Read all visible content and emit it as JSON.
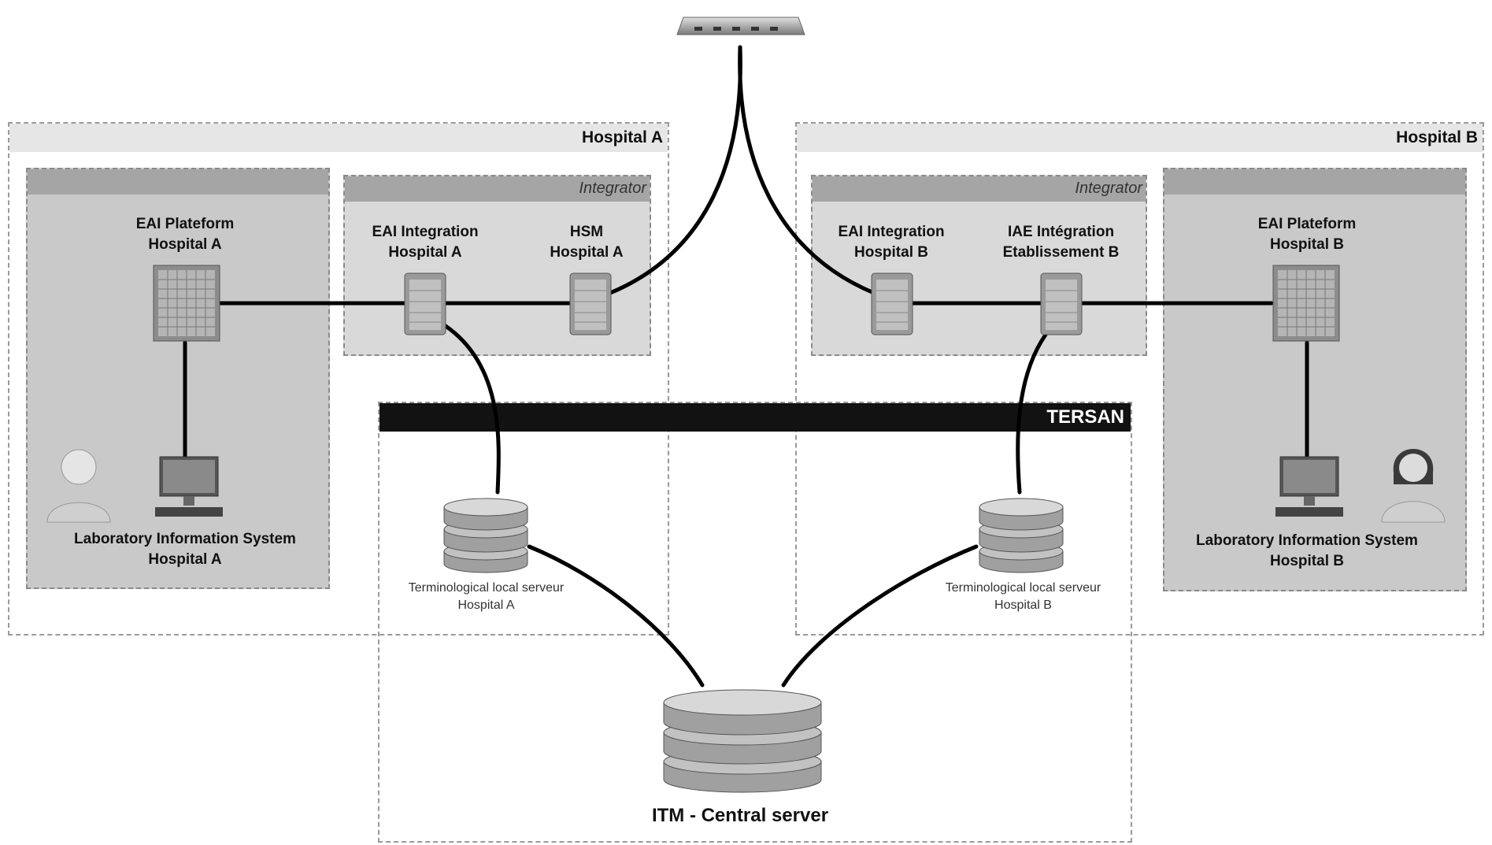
{
  "hospital_a": {
    "zone_title": "Hospital A",
    "integrator_title": "Integrator",
    "eai_platform": "EAI Plateform\nHospital A",
    "eai_integration": "EAI Integration\nHospital A",
    "hsm": "HSM\nHospital A",
    "lis": "Laboratory Information System\nHospital A"
  },
  "hospital_b": {
    "zone_title": "Hospital B",
    "integrator_title": "Integrator",
    "eai_platform": "EAI Plateform\nHospital B",
    "eai_integration": "EAI Integration\nHospital B",
    "iae_integration": "IAE Intégration\nEtablissement B",
    "lis": "Laboratory Information System\nHospital B"
  },
  "tersan": {
    "title": "TERSAN",
    "terminological_a": "Terminological local serveur\nHospital A",
    "terminological_b": "Terminological local serveur\nHospital B",
    "central_server": "ITM - Central server"
  },
  "colors": {
    "link": "#000000",
    "tersan_bar": "#121212",
    "panel": "#c9c9c9",
    "integrator_panel": "#d9d9d9"
  },
  "icons": [
    "network-switch-icon",
    "server-tower-icon",
    "database-icon",
    "desktop-computer-icon",
    "male-user-icon",
    "female-user-icon"
  ]
}
